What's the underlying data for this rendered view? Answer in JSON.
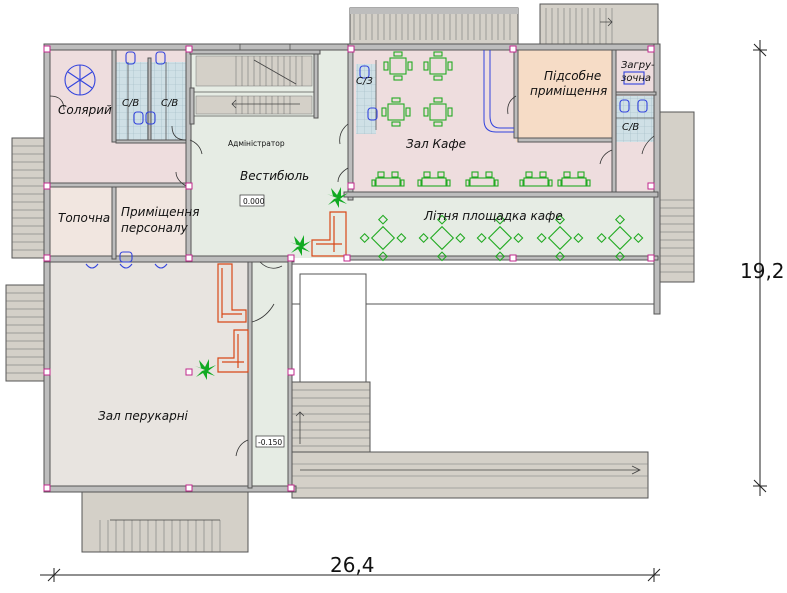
{
  "colors": {
    "wall": "#555555",
    "wall_fill": "#bdbdbd",
    "floor_grey": "#e8e4e0",
    "floor_pink": "#eeddde",
    "floor_peach": "#f6dcc6",
    "floor_green": "#e6ece4",
    "tile": "#c9dde3",
    "stairs": "#d4d0c8",
    "furniture_green": "#22aa22",
    "furniture_red": "#d84818",
    "fixture_blue": "#3344dd",
    "column_marker": "#c0288c",
    "plant": "#11aa22"
  },
  "plan": {
    "rooms": {
      "solarium": "Солярий",
      "wc_1": "С/В",
      "wc_2": "С/В",
      "wc_3": "С/З",
      "wc_4": "С/В",
      "boiler": "Топочна",
      "staff": [
        "Приміщення",
        "персоналу"
      ],
      "admin": "Адміністратор",
      "lobby": "Вестибюль",
      "level_lobby": "0.000",
      "cafe_hall": "Зал Кафе",
      "utility": [
        "Підсобне",
        "приміщення"
      ],
      "loading": [
        "Загру-",
        "зочна"
      ],
      "summer_terrace": "Літня площадка кафе",
      "salon": "Зал перукарні",
      "level_salon": "-0.150"
    },
    "dimensions": {
      "width": "26,4",
      "height": "19,2"
    }
  }
}
